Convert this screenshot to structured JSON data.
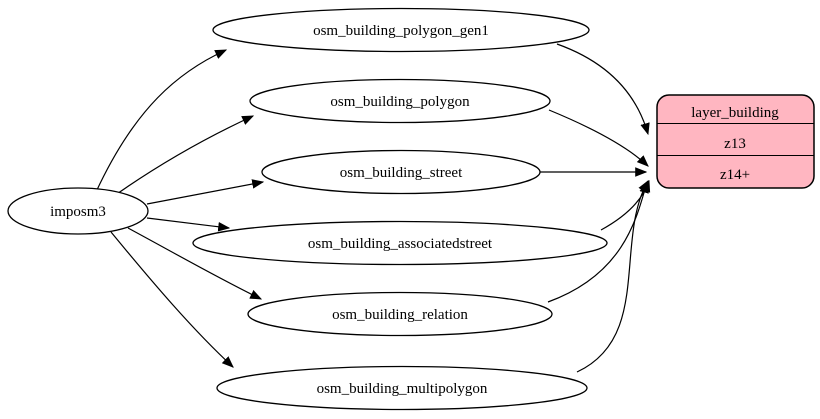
{
  "diagram": {
    "source": {
      "label": "imposm3"
    },
    "tables": [
      {
        "label": "osm_building_polygon_gen1"
      },
      {
        "label": "osm_building_polygon"
      },
      {
        "label": "osm_building_street"
      },
      {
        "label": "osm_building_associatedstreet"
      },
      {
        "label": "osm_building_relation"
      },
      {
        "label": "osm_building_multipolygon"
      }
    ],
    "layer": {
      "title": "layer_building",
      "rows": [
        "z13",
        "z14+"
      ]
    },
    "edges": [
      {
        "from": "imposm3",
        "to": "osm_building_polygon_gen1"
      },
      {
        "from": "imposm3",
        "to": "osm_building_polygon"
      },
      {
        "from": "imposm3",
        "to": "osm_building_street"
      },
      {
        "from": "imposm3",
        "to": "osm_building_associatedstreet"
      },
      {
        "from": "imposm3",
        "to": "osm_building_relation"
      },
      {
        "from": "imposm3",
        "to": "osm_building_multipolygon"
      },
      {
        "from": "osm_building_polygon_gen1",
        "to": "layer_building:z13"
      },
      {
        "from": "osm_building_polygon",
        "to": "layer_building:z14+"
      },
      {
        "from": "osm_building_street",
        "to": "layer_building:z14+"
      },
      {
        "from": "osm_building_associatedstreet",
        "to": "layer_building:z14+"
      },
      {
        "from": "osm_building_relation",
        "to": "layer_building:z14+"
      },
      {
        "from": "osm_building_multipolygon",
        "to": "layer_building:z14+"
      }
    ],
    "colors": {
      "layer_fill": "#FFB6C1",
      "stroke": "#000000",
      "background": "#FFFFFF"
    }
  }
}
